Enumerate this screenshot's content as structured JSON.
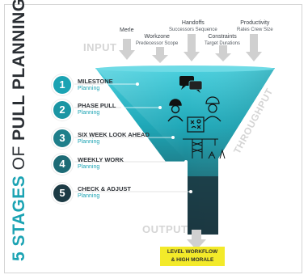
{
  "title": {
    "part1": "5 STAGES",
    "part2": " OF ",
    "part3": "PULL PLANNING"
  },
  "labels": {
    "input": "INPUT",
    "throughput": "THROUGHPUT",
    "output": "OUTPUT",
    "result_line1": "LEVEL WORKFLOW",
    "result_line2": "& HIGH MORALE"
  },
  "inputs": [
    {
      "line1": "Merle",
      "line2": ""
    },
    {
      "line1": "Workzone",
      "line2": "Predecessor Scope"
    },
    {
      "line1": "Handoffs",
      "line2": "Successors Sequence"
    },
    {
      "line1": "Constraints",
      "line2": "Target Durations"
    },
    {
      "line1": "Productivity",
      "line2": "Rates Crew Size"
    }
  ],
  "stages": [
    {
      "num": "1",
      "title": "MILESTONE",
      "sub": "Planning",
      "color": "#1ba3b3"
    },
    {
      "num": "2",
      "title": "PHASE PULL",
      "sub": "Planning",
      "color": "#1a95a3"
    },
    {
      "num": "3",
      "title": "SIX WEEK LOOK AHEAD",
      "sub": "Planning",
      "color": "#1f7f8b"
    },
    {
      "num": "4",
      "title": "WEEKLY WORK",
      "sub": "Planning",
      "color": "#1d6b76"
    },
    {
      "num": "5",
      "title": "CHECK & ADJUST",
      "sub": "Planning",
      "color": "#1c3a44"
    }
  ],
  "colors": {
    "funnel_top": "#3cc6d6",
    "funnel_dark": "#1d4d56",
    "accent": "#1ba3b3",
    "arrow_grey": "#cfcfcf",
    "result_bg": "#f3ea2a"
  },
  "icons": [
    "chat-bubbles-icon",
    "worker-icon",
    "engineer-icon",
    "plan-board-icon",
    "crane-icon"
  ]
}
